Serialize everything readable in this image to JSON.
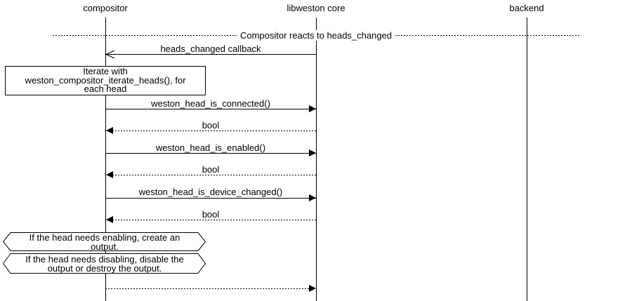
{
  "colors": {
    "background": "#ffffff",
    "line": "#000000",
    "text": "#000000"
  },
  "participants": [
    {
      "name": "compositor"
    },
    {
      "name": "libweston core"
    },
    {
      "name": "backend"
    }
  ],
  "divider": {
    "label": "Compositor reacts to heads_changed"
  },
  "messages": [
    {
      "label": "heads_changed callback",
      "from": "libweston core",
      "to": "compositor",
      "line": "solid",
      "arrow": "open"
    },
    {
      "label": "weston_head_is_connected()",
      "from": "compositor",
      "to": "libweston core",
      "line": "solid",
      "arrow": "filled"
    },
    {
      "label": "bool",
      "from": "libweston core",
      "to": "compositor",
      "line": "dotted",
      "arrow": "filled"
    },
    {
      "label": "weston_head_is_enabled()",
      "from": "compositor",
      "to": "libweston core",
      "line": "solid",
      "arrow": "filled"
    },
    {
      "label": "bool",
      "from": "libweston core",
      "to": "compositor",
      "line": "dotted",
      "arrow": "filled"
    },
    {
      "label": "weston_head_is_device_changed()",
      "from": "compositor",
      "to": "libweston core",
      "line": "solid",
      "arrow": "filled"
    },
    {
      "label": "bool",
      "from": "libweston core",
      "to": "compositor",
      "line": "dotted",
      "arrow": "filled"
    },
    {
      "label": "",
      "from": "compositor",
      "to": "libweston core",
      "line": "dotted",
      "arrow": "filled"
    }
  ],
  "notes": {
    "iterate_box": {
      "lines": [
        "Iterate with",
        "weston_compositor_iterate_heads(), for",
        "each head"
      ]
    },
    "enable_hex": {
      "lines": [
        "If the head needs enabling, create an",
        "output."
      ]
    },
    "disable_hex": {
      "lines": [
        "If the head needs disabling, disable the",
        "output or destroy the output."
      ]
    }
  }
}
